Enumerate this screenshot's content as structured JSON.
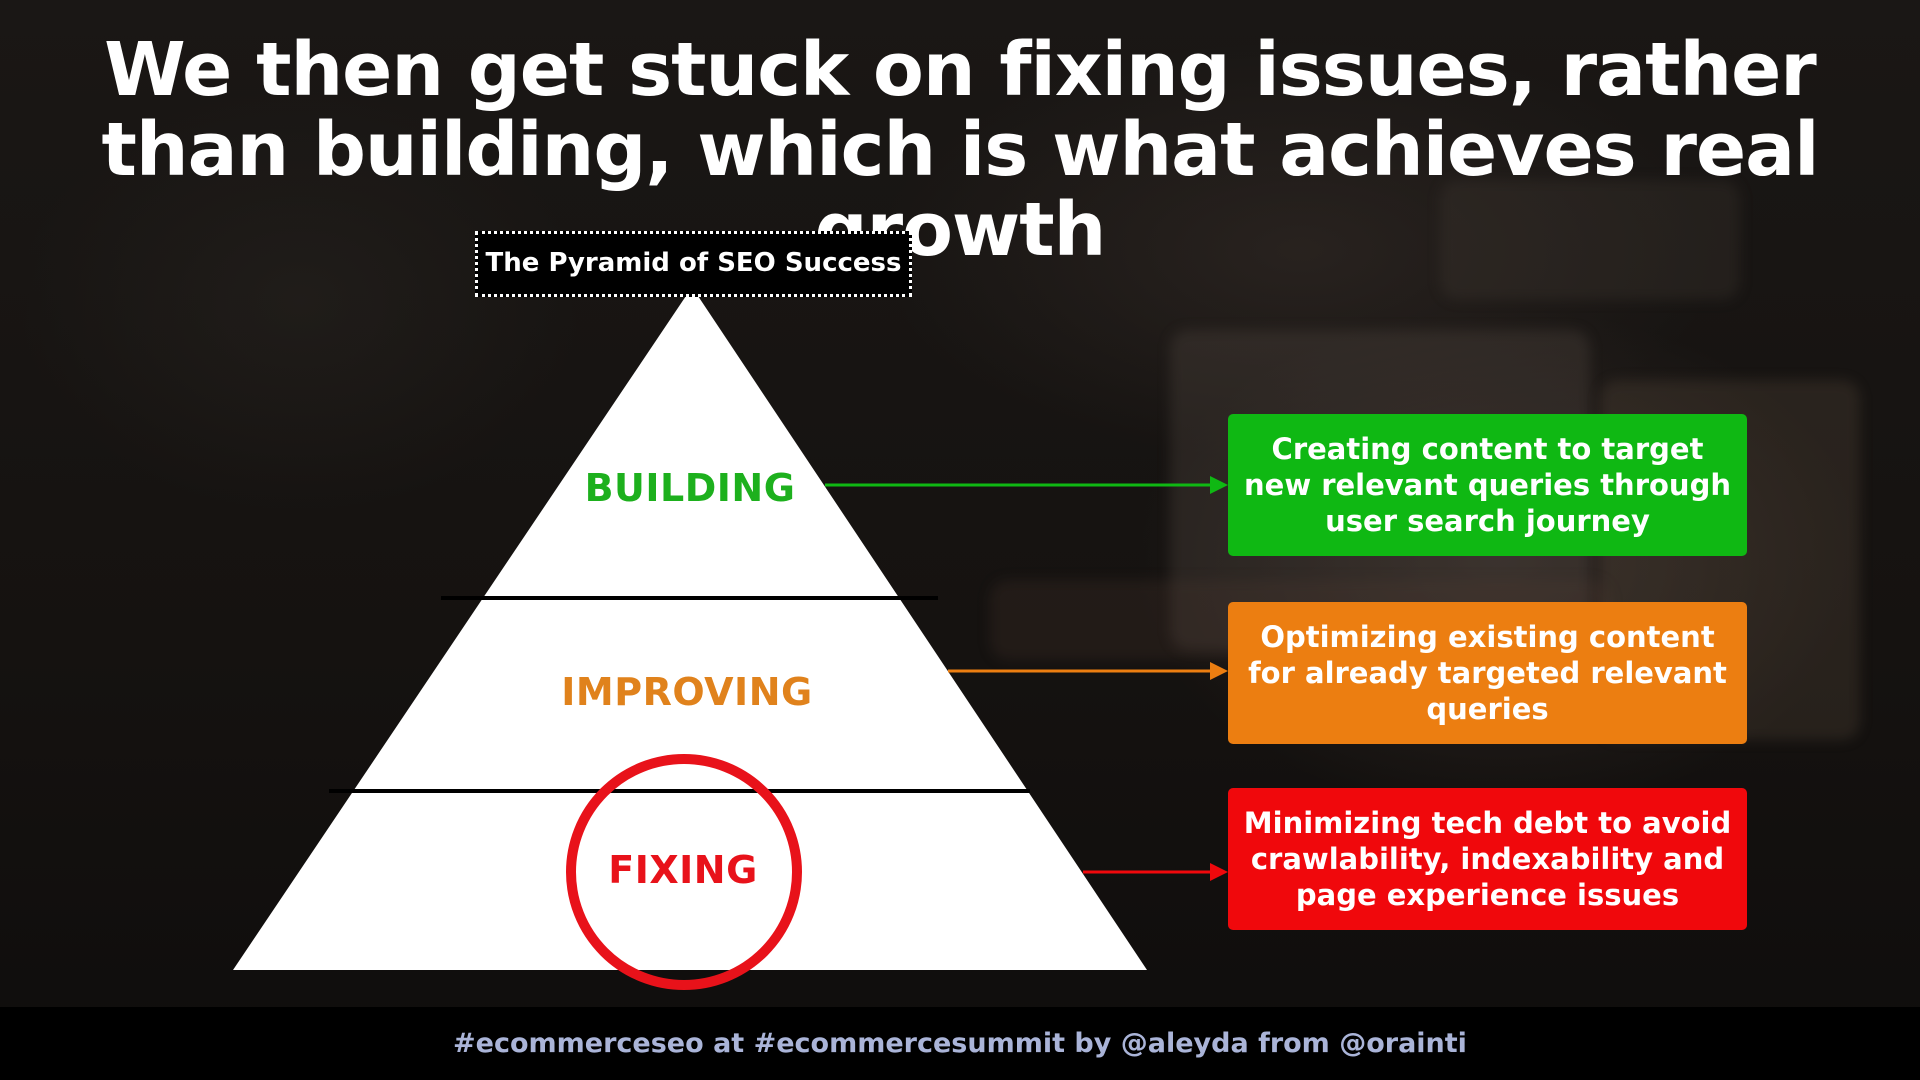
{
  "slide": {
    "title": "We then get stuck on fixing issues, rather than building, which is what achieves real growth",
    "footer": "#ecommerceseo at #ecommercesummit by @aleyda from @orainti"
  },
  "pyramid": {
    "label": "The Pyramid of SEO Success",
    "tiers": [
      {
        "name": "BUILDING",
        "color": "#1db01d",
        "description": "Creating content to target new relevant queries through user search journey",
        "box_color": "#0fb813"
      },
      {
        "name": "IMPROVING",
        "color": "#e0821c",
        "description": "Optimizing existing content for already targeted relevant queries",
        "box_color": "#ec7e11"
      },
      {
        "name": "FIXING",
        "color": "#e8121a",
        "description": "Minimizing tech debt to avoid crawlability, indexability and page experience issues",
        "box_color": "#f0080c"
      }
    ],
    "highlight_color": "#e8121a",
    "highlighted_tier": "FIXING"
  }
}
